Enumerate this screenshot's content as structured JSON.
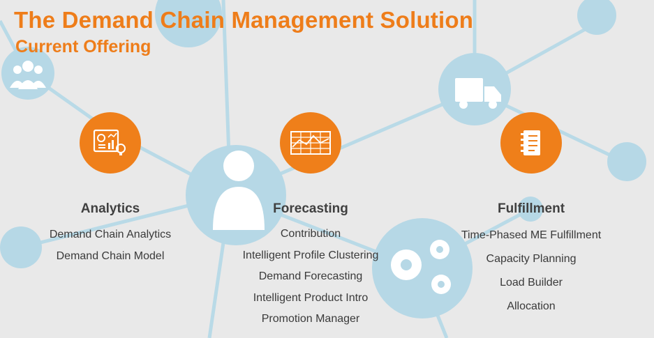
{
  "header": {
    "title": "The Demand Chain Management Solution",
    "subtitle": "Current Offering"
  },
  "colors": {
    "accent": "#ef7f1a",
    "network": "#b6d8e6",
    "background": "#e9e9e9",
    "text": "#3a3a3a"
  },
  "background_icons": [
    "people-icon",
    "user-icon",
    "truck-icon",
    "gears-icon"
  ],
  "columns": [
    {
      "heading": "Analytics",
      "icon": "dashboard-icon",
      "items": [
        "Demand Chain Analytics",
        "Demand Chain Model"
      ]
    },
    {
      "heading": "Forecasting",
      "icon": "forecast-grid-icon",
      "items": [
        "Contribution",
        "Intelligent Profile Clustering",
        "Demand Forecasting",
        "Intelligent Product Intro",
        "Promotion Manager"
      ]
    },
    {
      "heading": "Fulfillment",
      "icon": "checklist-icon",
      "items": [
        "Time-Phased ME Fulfillment",
        "Capacity Planning",
        "Load Builder",
        "Allocation"
      ]
    }
  ]
}
